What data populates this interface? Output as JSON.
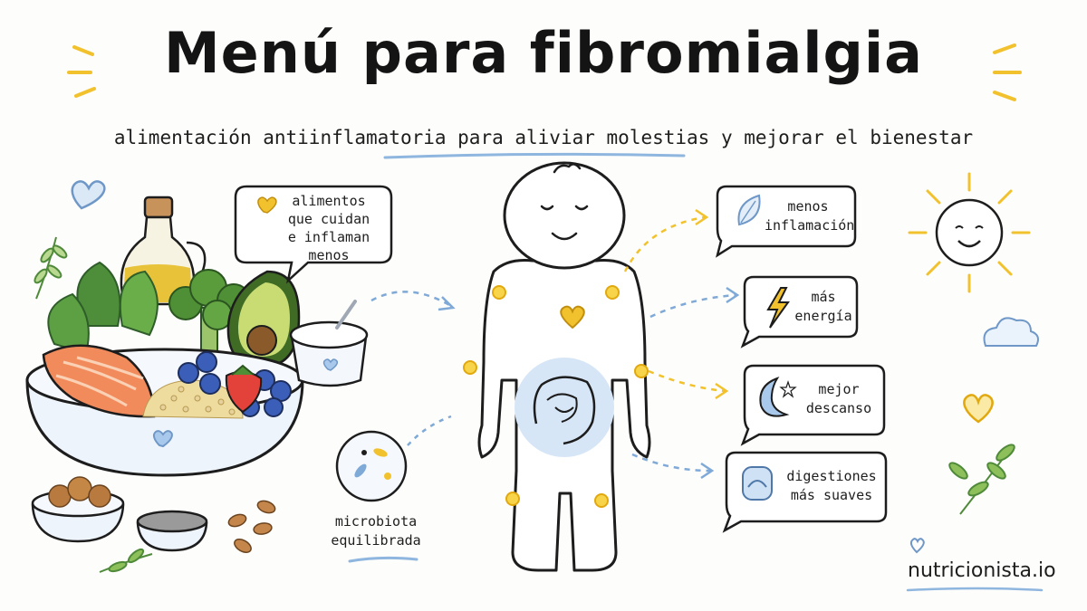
{
  "header": {
    "title": "Menú para fibromialgia",
    "subtitle": "alimentación antiinflamatoria para aliviar molestias y mejorar el bienestar"
  },
  "food_bubble": {
    "lines": [
      "alimentos",
      "que cuidan",
      "e inflaman menos"
    ]
  },
  "microbiota": {
    "lines": [
      "microbiota",
      "equilibrada"
    ]
  },
  "benefits": [
    {
      "icon": "leaf-icon",
      "lines": [
        "menos",
        "inflamación"
      ]
    },
    {
      "icon": "lightning-icon",
      "lines": [
        "más",
        "energía"
      ]
    },
    {
      "icon": "moon-star-icon",
      "lines": [
        "mejor",
        "descanso"
      ]
    },
    {
      "icon": "intestine-icon",
      "lines": [
        "digestiones",
        "más suaves"
      ]
    }
  ],
  "brand": "nutricionista.io",
  "colors": {
    "accent_blue": "#7fa9d6",
    "accent_yellow": "#f2c22e",
    "salmon": "#f28b5b",
    "avocado": "#9cc24a",
    "ink": "#1d1d1d"
  }
}
